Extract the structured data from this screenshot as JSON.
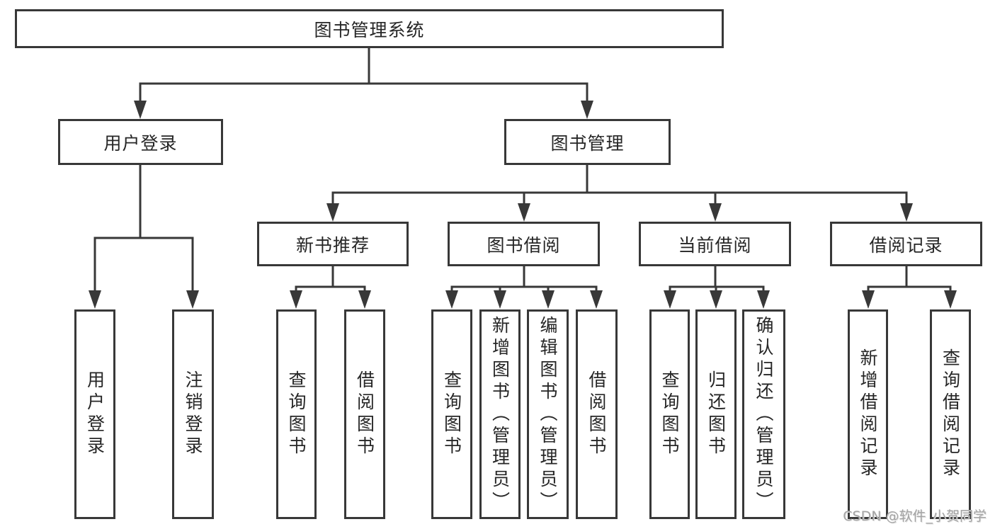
{
  "diagram": {
    "root": {
      "label": "图书管理系统"
    },
    "level2": {
      "user_login": {
        "label": "用户登录",
        "children": {
          "login": {
            "label": "用户登录"
          },
          "logout": {
            "label": "注销登录"
          }
        }
      },
      "book_mgmt": {
        "label": "图书管理",
        "children": {
          "new_book_rec": {
            "label": "新书推荐",
            "children": {
              "query": {
                "label": "查询图书"
              },
              "borrow": {
                "label": "借阅图书"
              }
            }
          },
          "book_borrow": {
            "label": "图书借阅",
            "children": {
              "query": {
                "label": "查询图书"
              },
              "add": {
                "label": "新增图书（管理员）"
              },
              "edit": {
                "label": "编辑图书（管理员）"
              },
              "borrow": {
                "label": "借阅图书"
              }
            }
          },
          "current_borrow": {
            "label": "当前借阅",
            "children": {
              "query": {
                "label": "查询图书"
              },
              "return": {
                "label": "归还图书"
              },
              "confirm": {
                "label": "确认归还（管理员）"
              }
            }
          },
          "borrow_records": {
            "label": "借阅记录",
            "children": {
              "add": {
                "label": "新增借阅记录"
              },
              "query": {
                "label": "查询借阅记录"
              }
            }
          }
        }
      }
    }
  },
  "watermark": {
    "text": "CSDN @软件_小贺同学"
  },
  "colors": {
    "line": "#383838",
    "text": "#262626",
    "watermark": "#a4a4a4",
    "background": "#ffffff"
  }
}
